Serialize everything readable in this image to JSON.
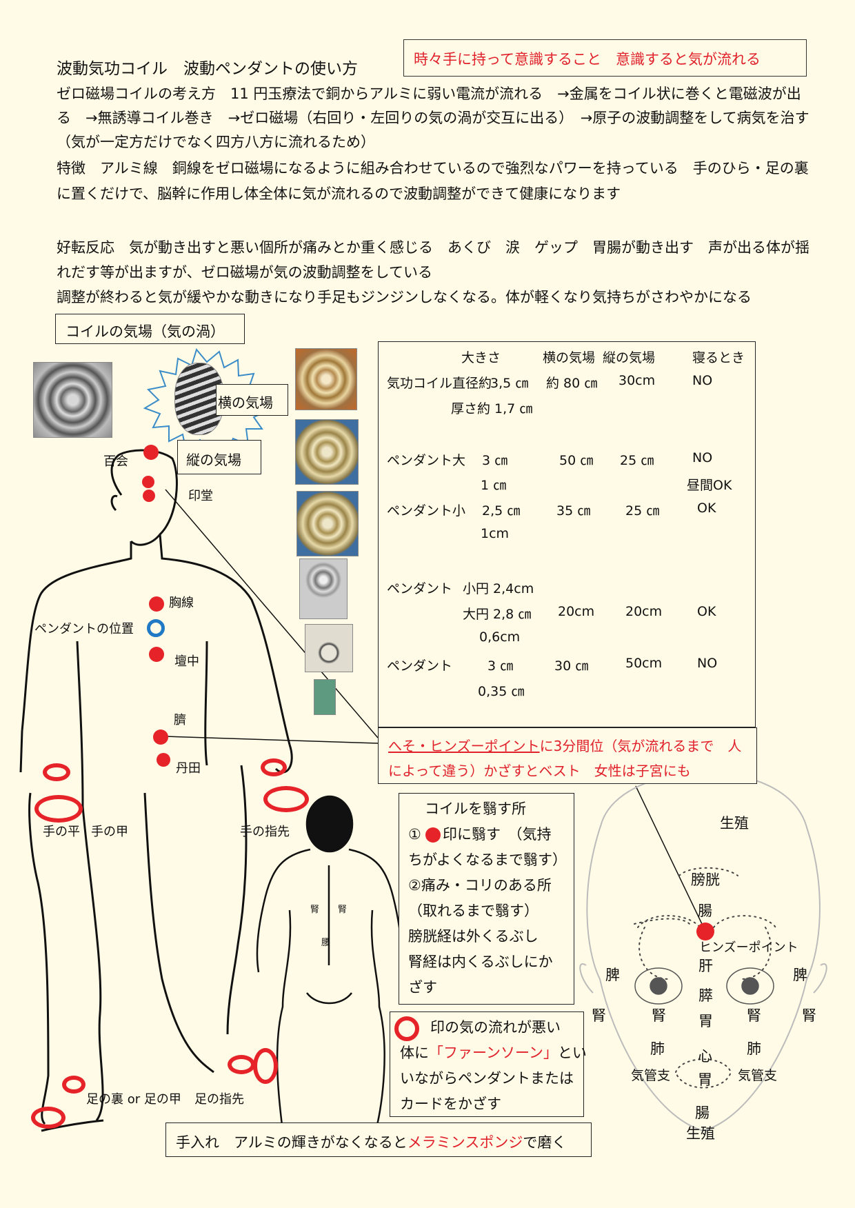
{
  "title": "波動気功コイル　波動ペンダントの使い方",
  "banner": "時々手に持って意識すること　意識すると気が流れる",
  "intro_lines": [
    "ゼロ磁場コイルの考え方　11 円玉療法で銅からアルミに弱い電流が流れる　→金属をコイル状に巻くと電磁波が出",
    "る　→無誘導コイル巻き　→ゼロ磁場（右回り・左回りの気の渦が交互に出る）　→原子の波動調整をして病気を治す",
    "（気が一定方だけでなく四方八方に流れるため）",
    "特徴　アルミ線　銅線をゼロ磁場になるように組み合わせているので強烈なパワーを持っている　手のひら・足の裏",
    "に置くだけで、脳幹に作用し体全体に気が流れるので波動調整ができて健康になります"
  ],
  "reaction_lines": [
    "好転反応　気が動き出すと悪い個所が痛みとか重く感じる　あくび　涙　ゲップ　胃腸が動き出す　声が出る体が揺",
    "れだす等が出ますが、ゼロ磁場が気の波動調整をしている",
    "調整が終わると気が緩やかな動きになり手足もジンジンしなくなる。体が軽くなり気持ちがさわやかになる"
  ],
  "section_label": "コイルの気場（気の渦）",
  "field_labels": {
    "horizontal": "横の気場",
    "vertical": "縦の気場"
  },
  "body_points": {
    "hyakue": "百会",
    "indo": "印堂",
    "kyosen": "胸線",
    "pendant_pos": "ペンダントの位置",
    "danchu": "壇中",
    "heso": "臍",
    "tanden": "丹田",
    "palm": "手の平",
    "back_hand": "手の甲",
    "fingertip": "手の指先",
    "foot": "足の裏 or 足の甲",
    "toe": "足の指先"
  },
  "back_labels": {
    "kidney_l": "腎",
    "kidney_r": "腎",
    "waist": "腰"
  },
  "table": {
    "headers": [
      "大きさ",
      "横の気場",
      "縦の気場",
      "寝るとき"
    ],
    "rows": [
      {
        "name": "気功コイル直径約",
        "size": "3,5 ㎝",
        "sub": "厚さ約 1,7 ㎝",
        "h": "約 80 ㎝",
        "v": "30cm",
        "sleep": "NO"
      },
      {
        "name": "ペンダント大",
        "size": "3 ㎝",
        "sub": "1 ㎝",
        "h": "50 ㎝",
        "v": "25 ㎝",
        "sleep": "NO",
        "sleep2": "昼間OK"
      },
      {
        "name": "ペンダント小",
        "size": "2,5 ㎝",
        "sub": "1cm",
        "h": "35 ㎝",
        "v": "25 ㎝",
        "sleep": "OK"
      },
      {
        "name": "ペンダント",
        "size": "小円 2,4cm",
        "size2": "大円 2,8 ㎝",
        "sub": "0,6cm",
        "h": "20cm",
        "v": "20cm",
        "sleep": "OK"
      },
      {
        "name": "ペンダント",
        "size": "3 ㎝",
        "sub": "0,35 ㎝",
        "h": "30 ㎝",
        "v": "50cm",
        "sleep": "NO"
      }
    ]
  },
  "hinzu_note": {
    "link": "へそ・ヒンズーポイント",
    "rest1": "に3分間位（気が流れるまで　人",
    "line2": "によって違う）かざすとベスト　女性は子宮にも"
  },
  "hold_panel": {
    "title": "コイルを翳す所",
    "lines": [
      "①",
      "印に翳す　（気持",
      "ちがよくなるまで翳す）",
      "②痛み・コリのある所",
      "（取れるまで翳す）",
      "膀胱経は外くるぶし",
      "腎経は内くるぶしにか",
      "ざす"
    ]
  },
  "ring_panel": {
    "l1": "印の気の流れが悪い",
    "l2a": "体に",
    "l2b": "「ファーンソーン」",
    "l2c": "とい",
    "l3": "いながらペンダントまたは",
    "l4": "カードをかざす"
  },
  "care": {
    "a": "手入れ　アルミの輝きがなくなると",
    "b": "メラミンスポンジ",
    "c": "で磨く"
  },
  "face_map": {
    "top": "生殖",
    "bladder": "膀胱",
    "intestine": "腸",
    "hinzu": "ヒンズーポイント",
    "liver": "肝",
    "spleen_l": "脾",
    "spleen_r": "脾",
    "pancreas": "膵",
    "kidney_ol": "腎",
    "kidney_il": "腎",
    "kidney_ir": "腎",
    "kidney_or": "腎",
    "stomach": "胃",
    "lung_l": "肺",
    "lung_r": "肺",
    "heart": "心",
    "bronchus_l": "気管支",
    "bronchus_r": "気管支",
    "stomach2": "胃",
    "intestine2": "腸",
    "bottom": "生殖"
  },
  "colors": {
    "accent_red": "#e0202a",
    "background": "#fffbe6"
  }
}
